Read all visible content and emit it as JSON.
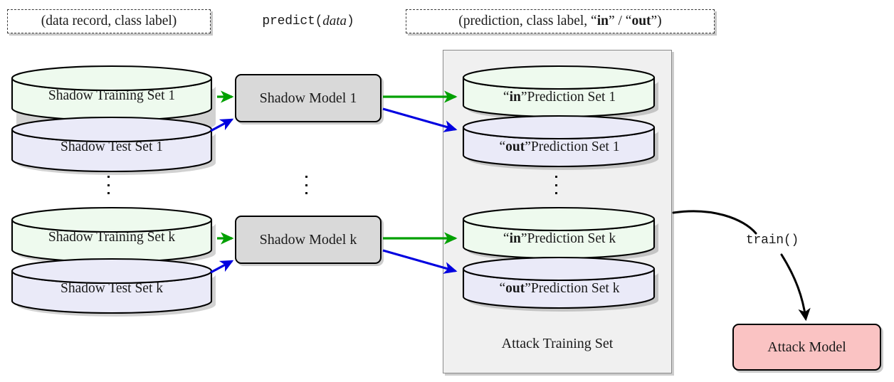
{
  "captions": {
    "left": {
      "text": "(data record, class label)",
      "boxed": true
    },
    "middle": {
      "prefix": "predict(",
      "arg": "data",
      "suffix": ")"
    },
    "right": {
      "pre": "(prediction, class label, “",
      "in": "in",
      "mid": "” / “",
      "out": "out",
      "post": "”)"
    }
  },
  "colors": {
    "train_arrow": "#00a000",
    "test_arrow": "#0000e0",
    "train_cylinder_fill": "#eefaee",
    "test_cylinder_fill": "#eaeaf8",
    "model_fill": "#d9d9d9",
    "attack_fill": "#fac3c3",
    "group_fill": "#f0f0f0",
    "outline": "#000000"
  },
  "left_column": {
    "row1": {
      "training_set": "Shadow Training Set 1",
      "test_set": "Shadow Test Set 1"
    },
    "row_k": {
      "training_set": "Shadow Training Set k",
      "test_set": "Shadow Test Set k"
    },
    "ellipsis": "⋮"
  },
  "models": {
    "row1": "Shadow Model 1",
    "row_k": "Shadow Model k",
    "ellipsis": "⋮"
  },
  "attack_training_set": {
    "label": "Attack Training Set",
    "row1": {
      "in_quote_open": "“",
      "in": "in",
      "in_quote_close": "”",
      "in_rest": " Prediction Set 1",
      "out_quote_open": "“",
      "out": "out",
      "out_quote_close": "”",
      "out_rest": " Prediction Set 1"
    },
    "row_k": {
      "in_quote_open": "“",
      "in": "in",
      "in_quote_close": "”",
      "in_rest": " Prediction Set k",
      "out_quote_open": "“",
      "out": "out",
      "out_quote_close": "”",
      "out_rest": " Prediction Set k"
    },
    "ellipsis": "⋮"
  },
  "train_call": {
    "label": "train()"
  },
  "attack_model": {
    "label": "Attack Model"
  }
}
